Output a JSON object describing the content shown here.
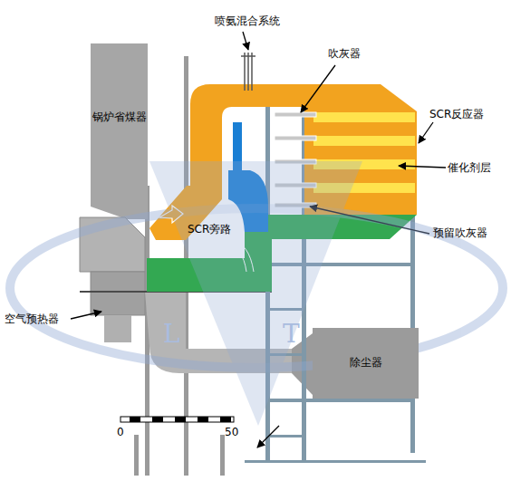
{
  "diagram": {
    "nodes": [
      {
        "text": [
          "锅炉省煤器"
        ]
      },
      {
        "text": [
          "除尘器"
        ]
      }
    ],
    "labels": [
      "喷氨混合系统",
      "吹灰器",
      "SCR反应器",
      "催化剂层",
      "SCR旁路",
      "预留吹灰器",
      "空气预热器",
      "0",
      "50",
      "L",
      "T"
    ]
  }
}
